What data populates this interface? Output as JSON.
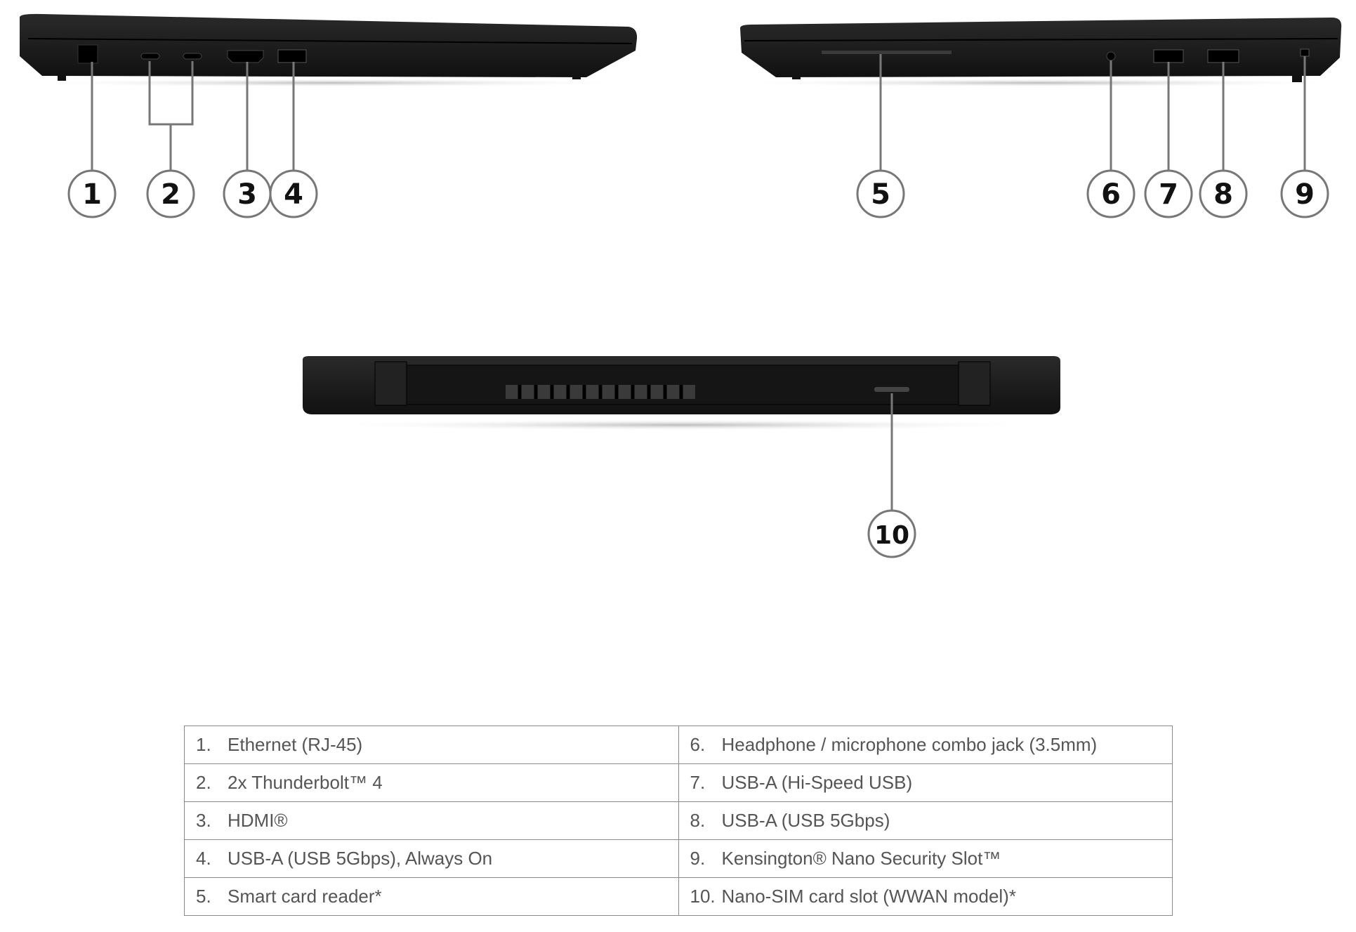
{
  "callouts": [
    "1",
    "2",
    "3",
    "4",
    "5",
    "6",
    "7",
    "8",
    "9",
    "10"
  ],
  "table": {
    "left": [
      {
        "num": "1.",
        "label": "Ethernet (RJ-45)"
      },
      {
        "num": "2.",
        "label": "2x Thunderbolt™ 4"
      },
      {
        "num": "3.",
        "label": "HDMI®"
      },
      {
        "num": "4.",
        "label": "USB-A (USB 5Gbps), Always On"
      },
      {
        "num": "5.",
        "label": "Smart card reader*"
      }
    ],
    "right": [
      {
        "num": "6.",
        "label": "Headphone / microphone combo jack (3.5mm)"
      },
      {
        "num": "7.",
        "label": "USB-A (Hi-Speed USB)"
      },
      {
        "num": "8.",
        "label": "USB-A (USB 5Gbps)"
      },
      {
        "num": "9.",
        "label": "Kensington® Nano Security Slot™"
      },
      {
        "num": "10.",
        "label": "Nano-SIM card slot (WWAN model)*"
      }
    ]
  },
  "colors": {
    "chassis": "#1c1c1c",
    "line": "#777777",
    "text": "#555555"
  }
}
